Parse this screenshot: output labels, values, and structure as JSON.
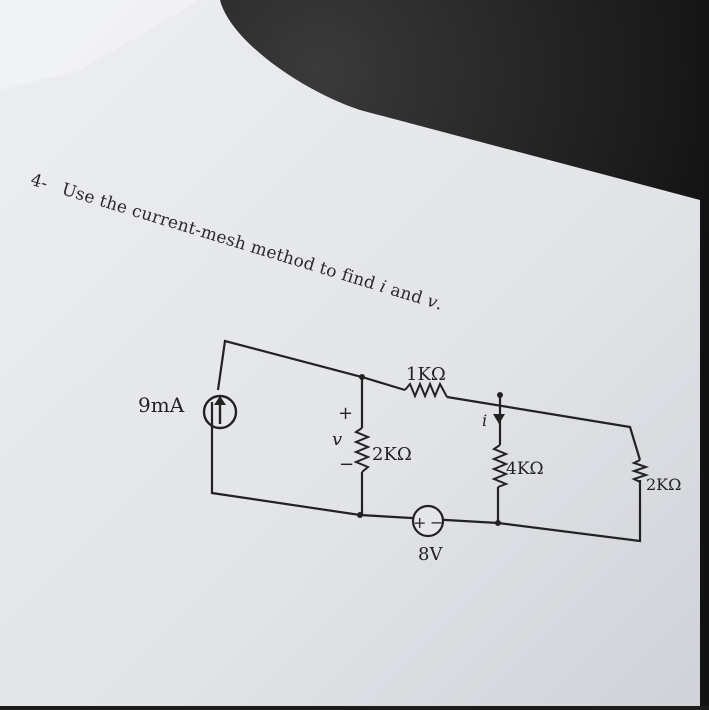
{
  "problem": {
    "number": "4-",
    "instruction": "Use the current-mesh method to find",
    "var_i": "i",
    "conjunction": "and",
    "var_v": "v",
    "end": "."
  },
  "circuit": {
    "current_source": {
      "label": "9mA",
      "direction": "up"
    },
    "resistor_top": "1KΩ",
    "resistor_left": "2KΩ",
    "resistor_mid": "4KΩ",
    "resistor_right": "2KΩ",
    "voltage_source": {
      "label": "8V",
      "plus": "+",
      "minus": "−"
    },
    "v_label": "v",
    "v_plus": "+",
    "v_minus": "−",
    "i_label": "i"
  },
  "colors": {
    "paper": "#e4e6ea",
    "ink": "#222222",
    "background": "#1b1b1b"
  }
}
